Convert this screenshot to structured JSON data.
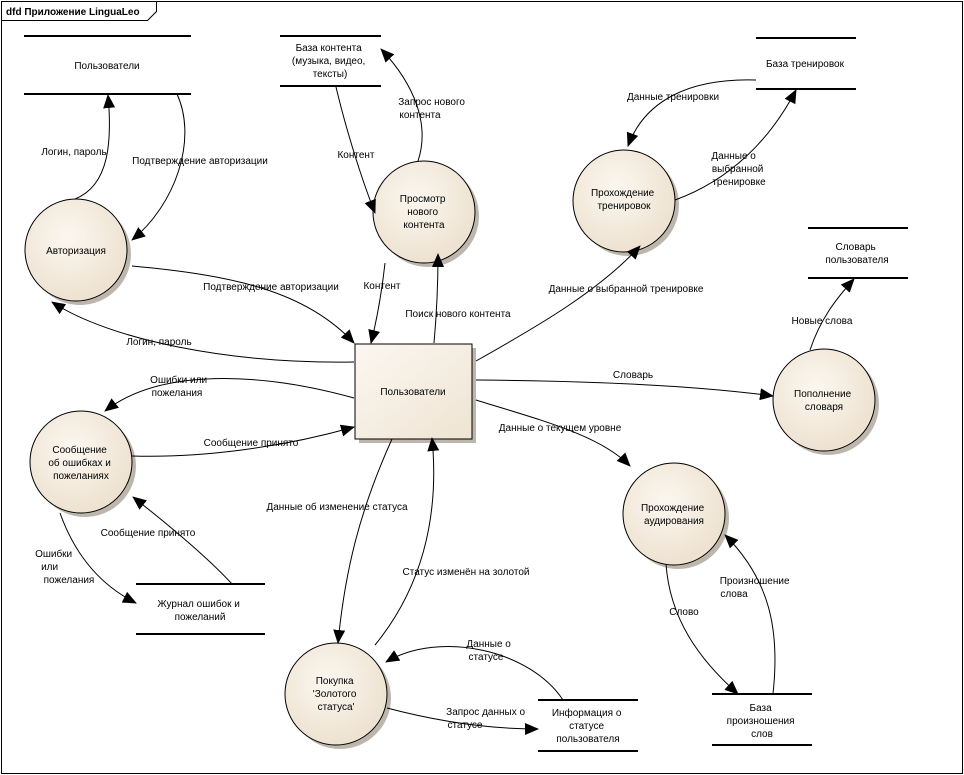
{
  "diagram": {
    "title": "dfd Приложение LinguaLeo",
    "entity": {
      "label": "Пользователи"
    },
    "processes": {
      "auth": [
        "Авторизация"
      ],
      "view_content": [
        "Просмотр",
        "нового",
        "контента"
      ],
      "training": [
        "Прохождение",
        "тренировок"
      ],
      "vocab": [
        "Пополнение",
        "словаря"
      ],
      "errors": [
        "Сообщение",
        "об ошибках и",
        "пожеланиях"
      ],
      "listening": [
        "Прохождение",
        "аудирования"
      ],
      "gold": [
        "Покупка",
        "'Золотого",
        "статуса'"
      ]
    },
    "stores": {
      "users": [
        "Пользователи"
      ],
      "content": [
        "База контента",
        "(музыка, видео,",
        "тексты)"
      ],
      "trainings": [
        "База тренировок"
      ],
      "dictionary": [
        "Словарь",
        "пользователя"
      ],
      "error_log": [
        "Журнал ошибок и",
        "пожеланий"
      ],
      "status_info": [
        "Информация о",
        "статусе",
        "пользователя"
      ],
      "pronunciation": [
        "База",
        "произношения",
        "слов"
      ]
    },
    "flows": {
      "login_password_store": [
        "Логин, пароль"
      ],
      "auth_confirm_store": [
        "Подтверждение авторизации"
      ],
      "auth_confirm_user": [
        "Подтверждение авторизации"
      ],
      "login_password_user": [
        "Логин, пароль"
      ],
      "content_from_store": [
        "Контент"
      ],
      "new_content_request": [
        "Запрос нового",
        "контента"
      ],
      "content_to_user": [
        "Контент"
      ],
      "search_new_content": [
        "Поиск нового контента"
      ],
      "training_data": [
        "Данные тренировки"
      ],
      "selected_training_data_store": [
        "Данные о",
        "выбранной",
        "тренировке"
      ],
      "selected_training_data_user": [
        "Данные о выбранной тренировке"
      ],
      "new_words": [
        "Новые слова"
      ],
      "dictionary": [
        "Словарь"
      ],
      "current_level": [
        "Данные о текущем уровне"
      ],
      "errors_wishes_user": [
        "Ошибки или",
        "пожелания"
      ],
      "message_accepted_user": [
        "Сообщение принято"
      ],
      "message_accepted_log": [
        "Сообщение принято"
      ],
      "errors_wishes_log": [
        "Ошибки",
        "или",
        "пожелания"
      ],
      "status_change_data": [
        "Данные об изменение статуса"
      ],
      "status_gold": [
        "Статус изменён на золотой"
      ],
      "status_data": [
        "Данные о",
        "статусе"
      ],
      "status_data_request": [
        "Запрос данных о",
        "статусе"
      ],
      "word": [
        "Слово"
      ],
      "word_pronunciation": [
        "Произношение",
        "слова"
      ]
    }
  }
}
